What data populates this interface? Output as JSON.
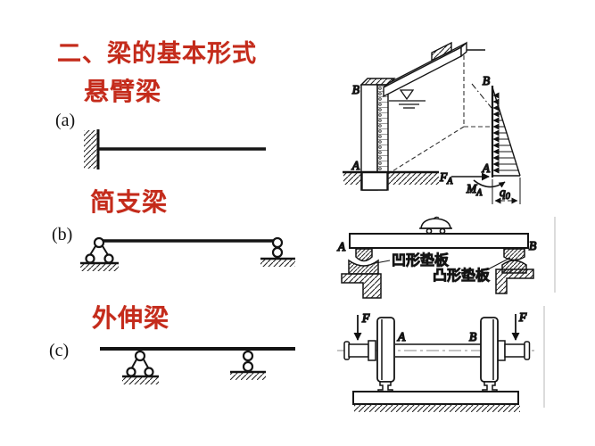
{
  "slide": {
    "background_color": "#ffffff",
    "accent_color": "#c42b1b",
    "ink_color": "#1a1a1a",
    "title": "二、梁的基本形式",
    "sections": [
      {
        "heading": "悬臂梁",
        "tag": "(a)",
        "beam_type": "cantilever"
      },
      {
        "heading": "简支梁",
        "tag": "(b)",
        "beam_type": "simply-supported"
      },
      {
        "heading": "外伸梁",
        "tag": "(c)",
        "beam_type": "overhanging"
      }
    ]
  },
  "figures": {
    "sluice_gate": {
      "column_top_label": "B",
      "column_bottom_label": "A",
      "load_diagram_top_label": "B",
      "load_diagram_bottom_label": "A",
      "reaction_force_symbol": "F",
      "reaction_force_subscript": "A",
      "reaction_moment_symbol": "M",
      "reaction_moment_subscript": "A",
      "load_intensity_symbol": "q",
      "load_intensity_subscript": "0"
    },
    "bearing_beam": {
      "left_end_label": "A",
      "right_end_label": "B",
      "concave_pad_label": "凹形垫板",
      "convex_pad_label": "凸形垫板"
    },
    "wheel_axle": {
      "left_force_label": "F",
      "right_force_label": "F",
      "left_point_label": "A",
      "right_point_label": "B"
    }
  }
}
